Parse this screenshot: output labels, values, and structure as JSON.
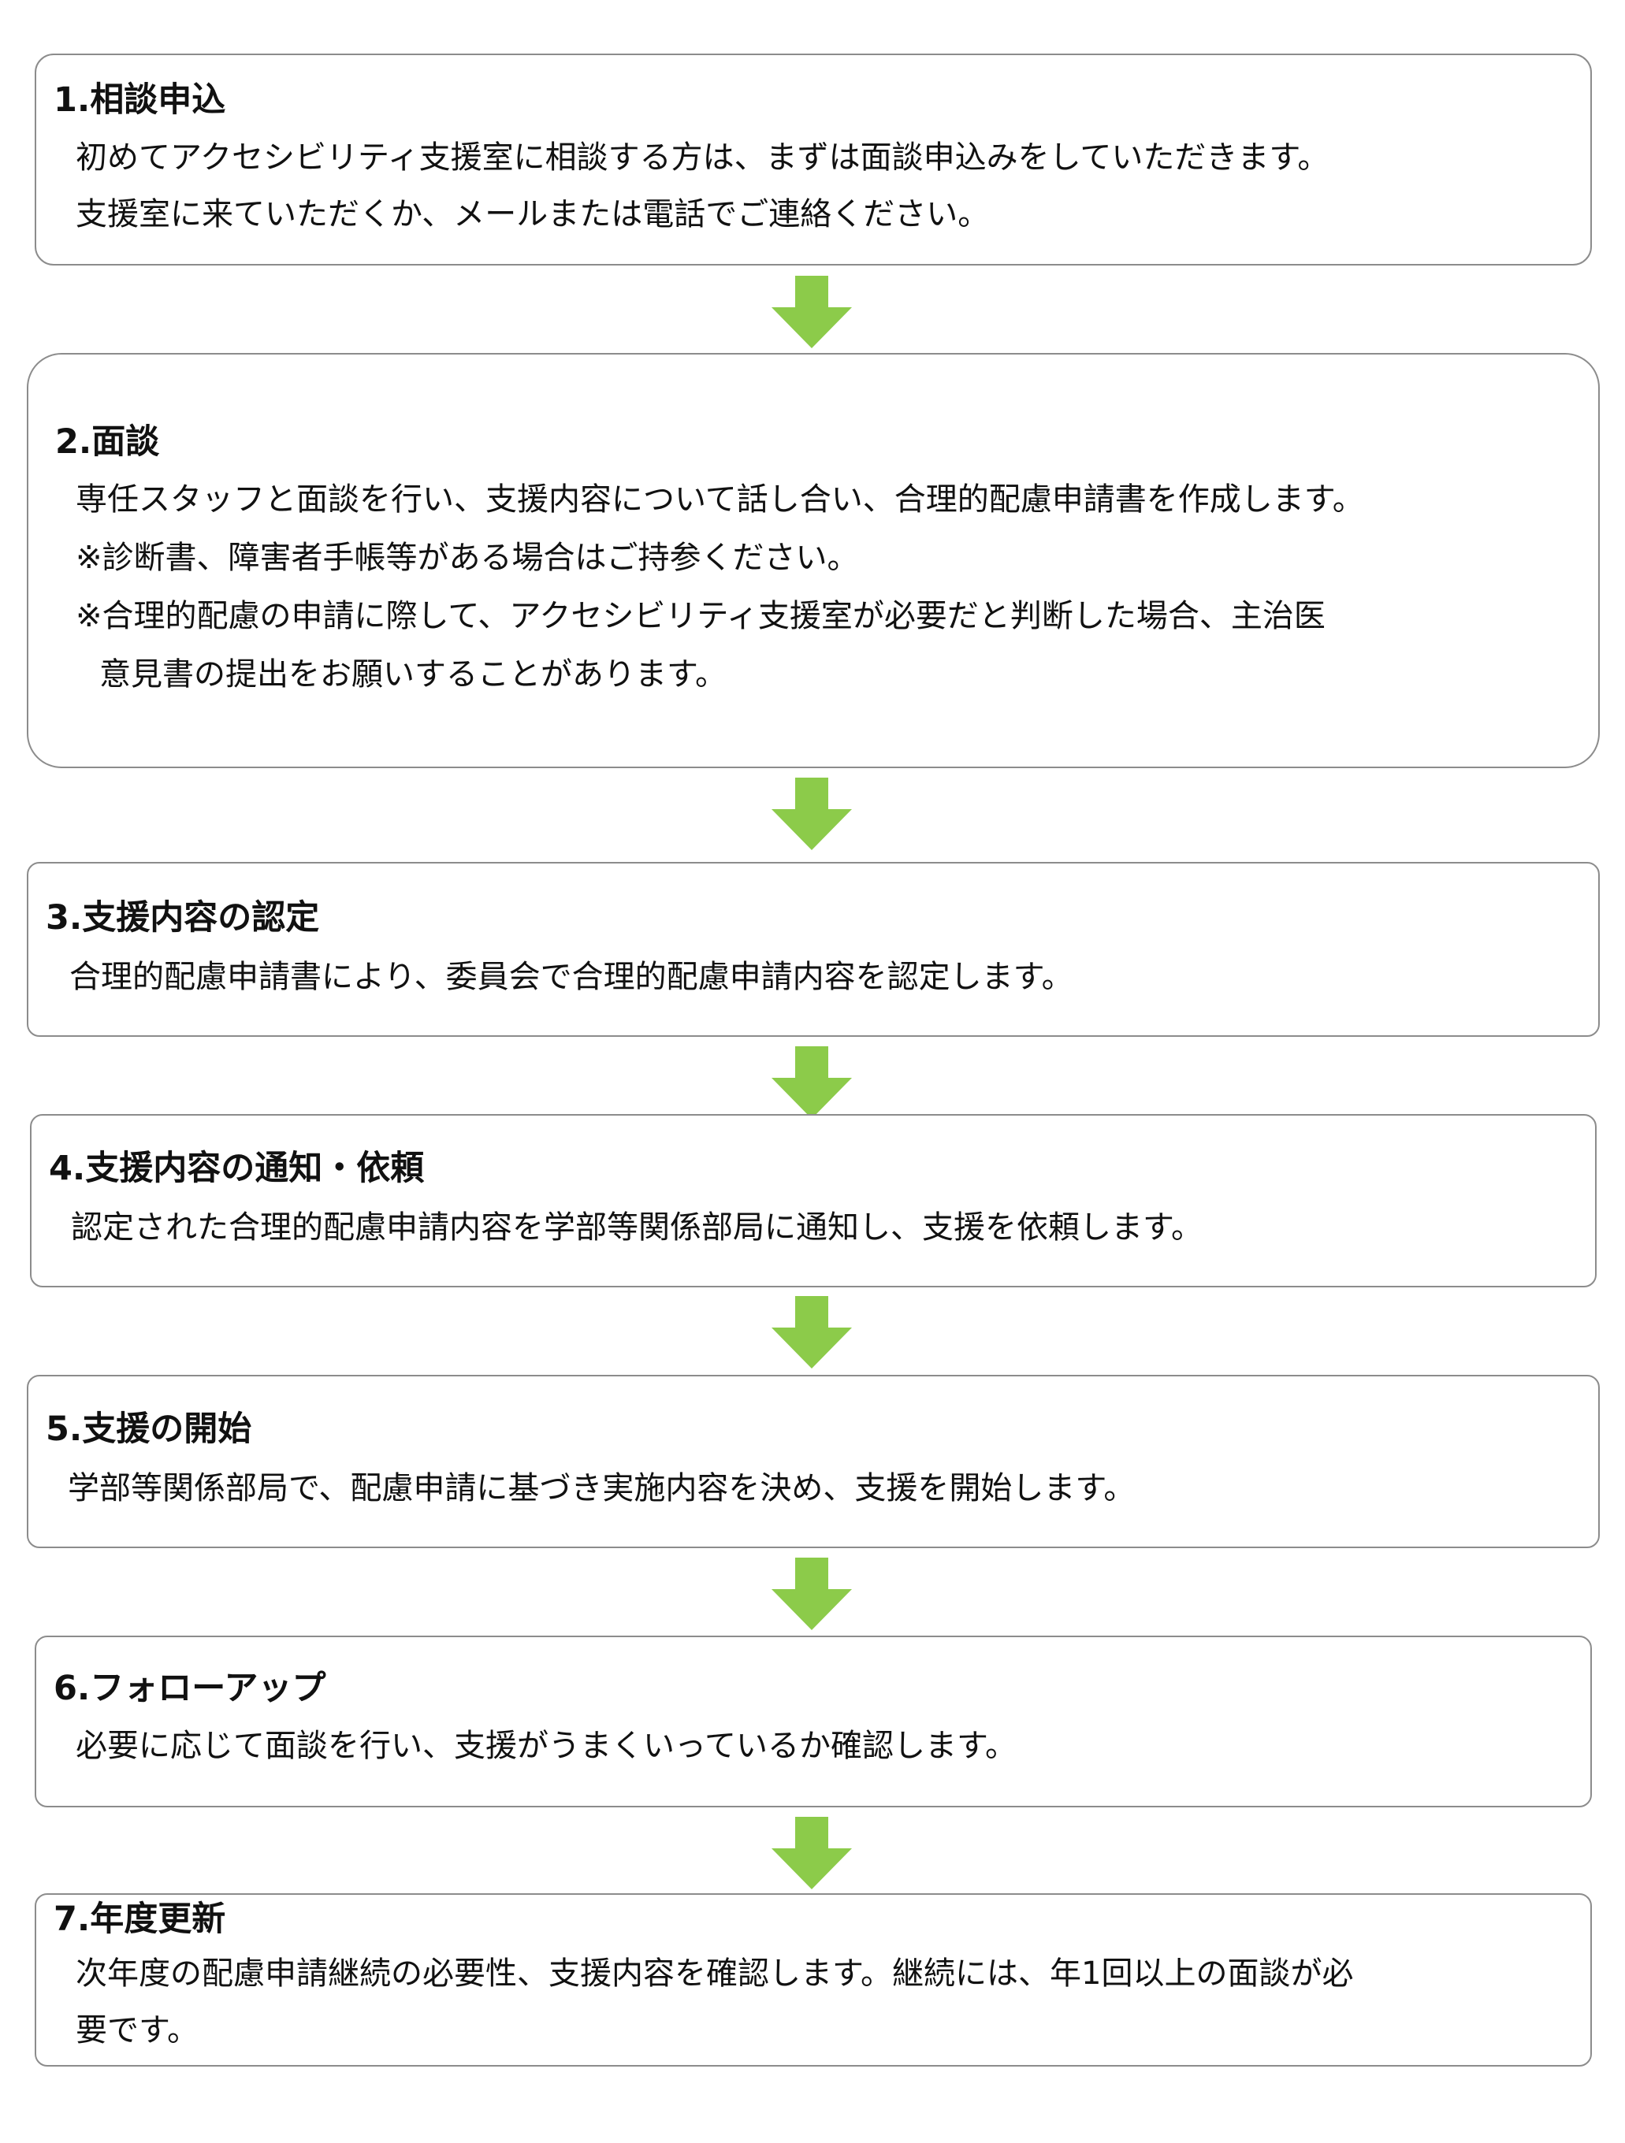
{
  "steps": [
    {
      "title": "1.相談申込",
      "lines": [
        "初めてアクセシビリティ支援室に相談する方は、まずは面談申込みをしていただきます。",
        "支援室に来ていただくか、メールまたは電話でご連絡ください。"
      ]
    },
    {
      "title": "2.面談",
      "lines": [
        "専任スタッフと面談を行い、支援内容について話し合い、合理的配慮申請書を作成します。",
        "※診断書、障害者手帳等がある場合はご持参ください。",
        "※合理的配慮の申請に際して、アクセシビリティ支援室が必要だと判断した場合、主治医",
        "意見書の提出をお願いすることがあります。"
      ]
    },
    {
      "title": "3.支援内容の認定",
      "lines": [
        "合理的配慮申請書により、委員会で合理的配慮申請内容を認定します。"
      ]
    },
    {
      "title": "4.支援内容の通知・依頼",
      "lines": [
        "認定された合理的配慮申請内容を学部等関係部局に通知し、支援を依頼します。"
      ]
    },
    {
      "title": "5.支援の開始",
      "lines": [
        "学部等関係部局で、配慮申請に基づき実施内容を決め、支援を開始します。"
      ]
    },
    {
      "title": "6.フォローアップ",
      "lines": [
        "必要に応じて面談を行い、支援がうまくいっているか確認します。"
      ]
    },
    {
      "title": "7.年度更新",
      "lines": [
        "次年度の配慮申請継続の必要性、支援内容を確認します。継続には、年1回以上の面談が必",
        "要です。"
      ]
    }
  ],
  "colors": {
    "arrow": "#8ccb4a",
    "border": "#8c8c8c",
    "text": "#111111"
  }
}
